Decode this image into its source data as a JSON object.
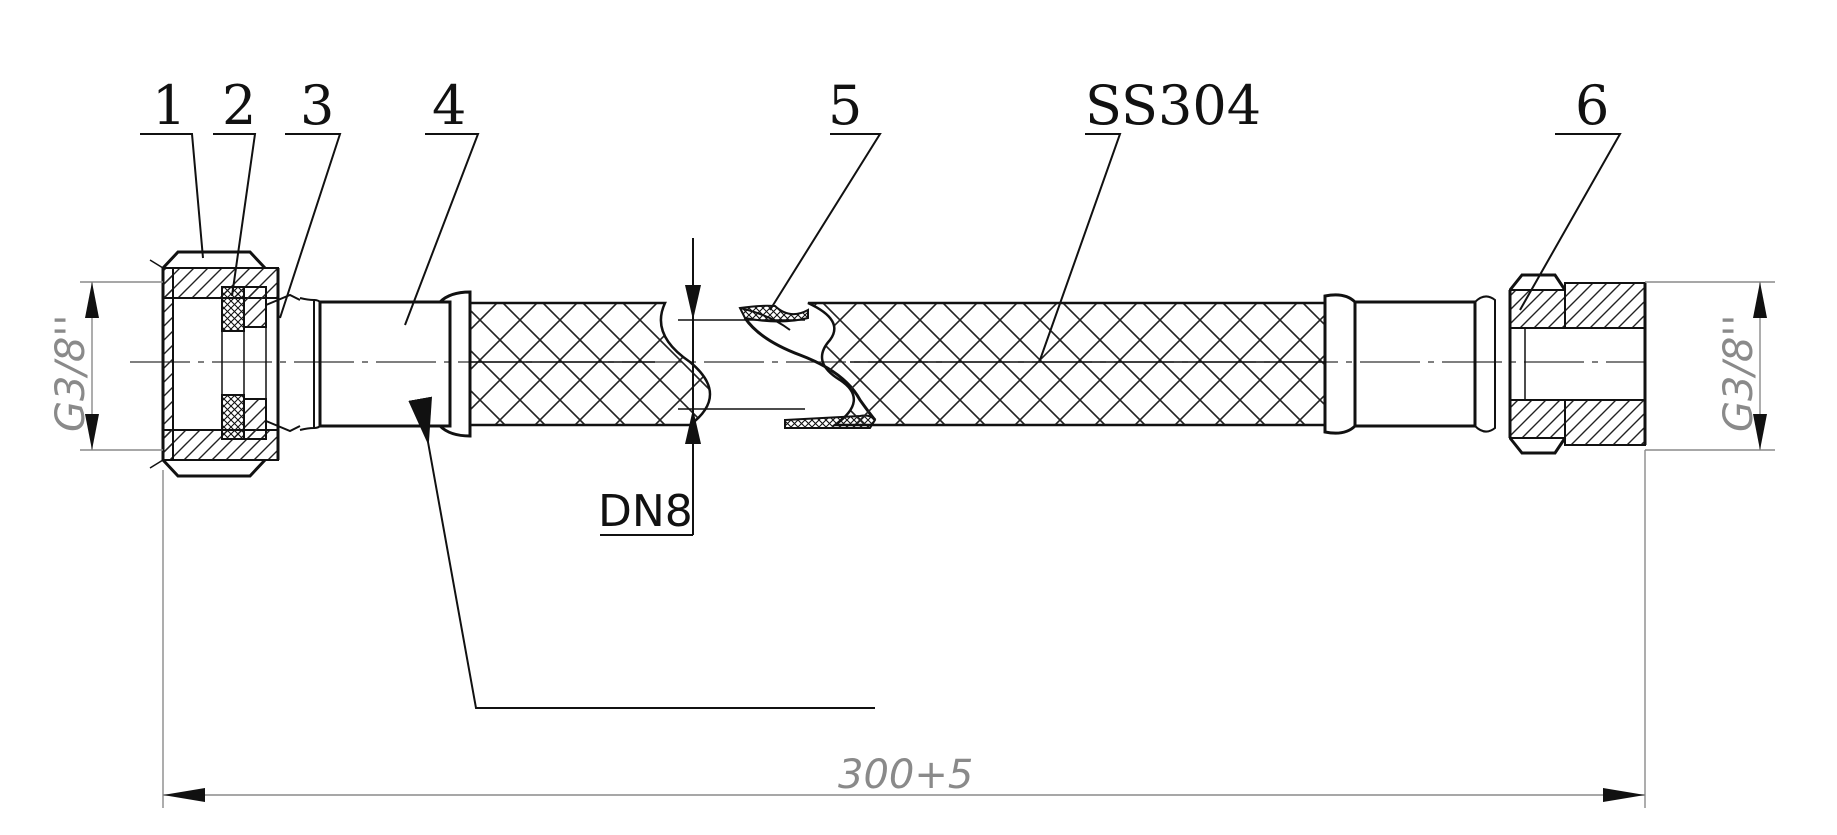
{
  "callouts": [
    {
      "label": "1"
    },
    {
      "label": "2"
    },
    {
      "label": "3"
    },
    {
      "label": "4"
    },
    {
      "label": "5"
    },
    {
      "label": "SS304"
    },
    {
      "label": "6"
    }
  ],
  "dimensions": {
    "thread_left": "G3/8''",
    "thread_right": "G3/8''",
    "nominal_diameter": "DN8",
    "overall_length": "300+5"
  },
  "colors": {
    "line": "#111111",
    "dimension": "#8a8a8a"
  }
}
